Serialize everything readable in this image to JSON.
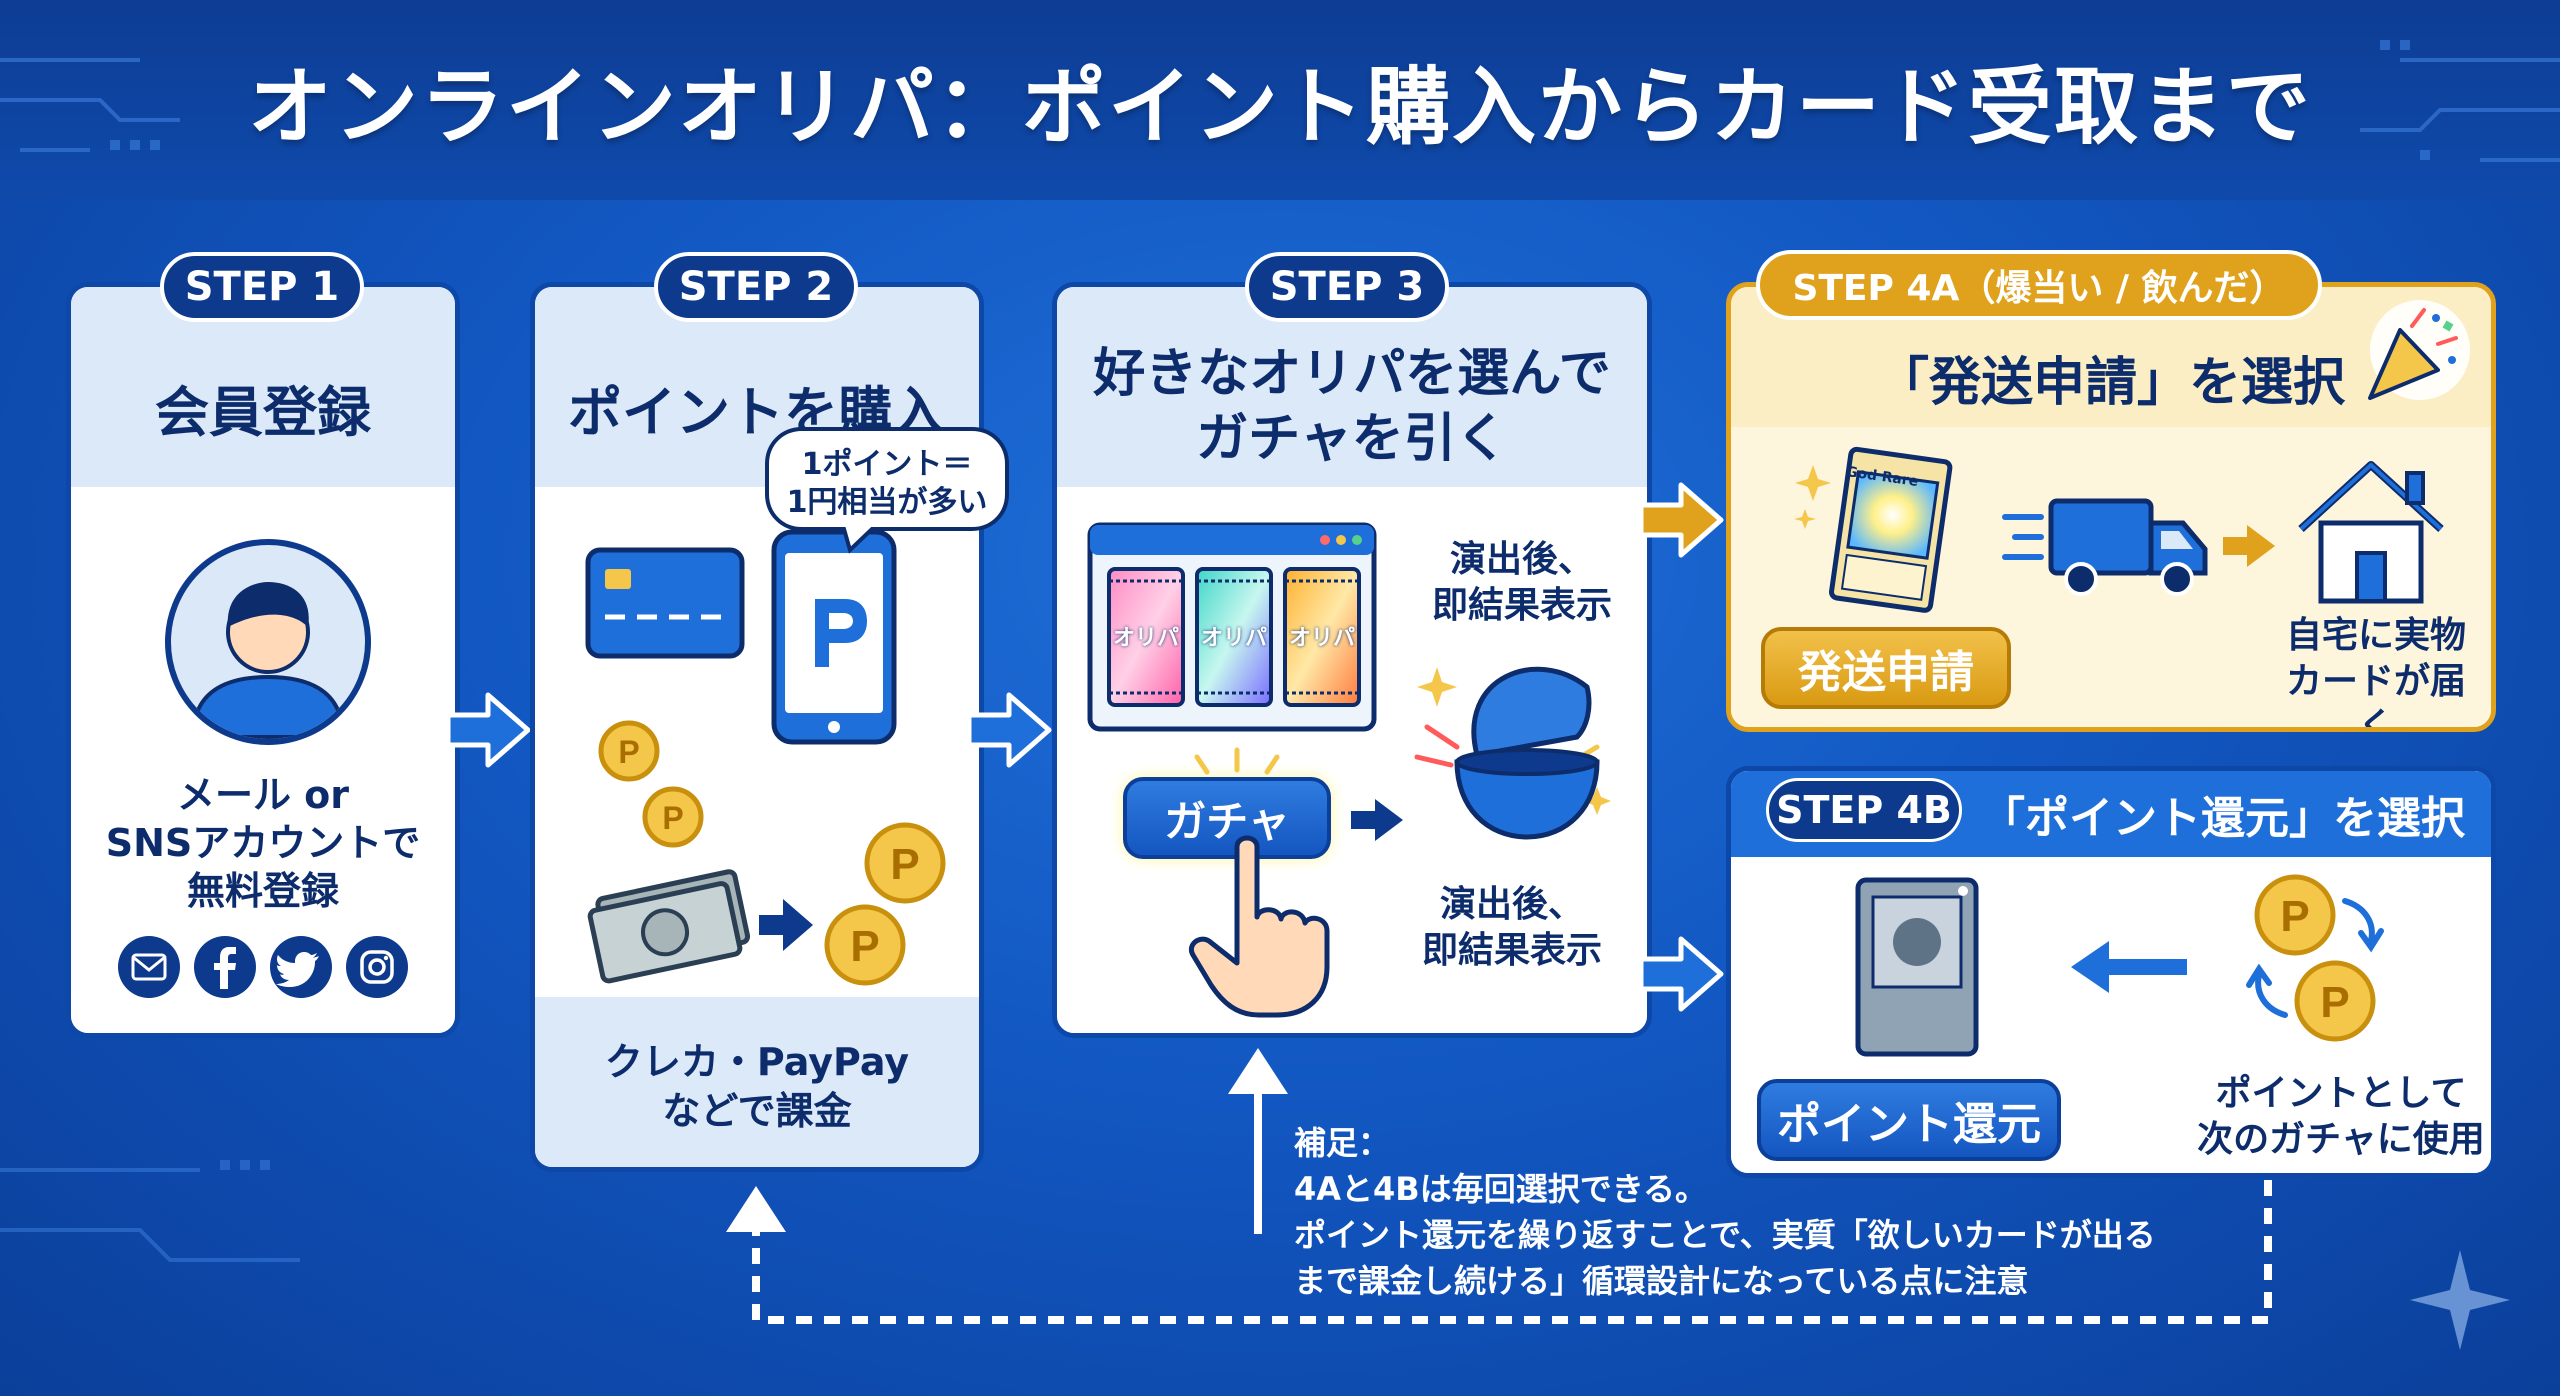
{
  "title": "オンラインオリパ：ポイント購入からカード受取まで",
  "step1": {
    "badge": "STEP 1",
    "heading": "会員登録",
    "text_line1": "メール or",
    "text_line2": "SNSアカウントで",
    "text_line3": "無料登録",
    "icons": [
      "mail-icon",
      "facebook-icon",
      "twitter-icon",
      "instagram-icon"
    ]
  },
  "step2": {
    "badge": "STEP 2",
    "heading": "ポイントを購入",
    "bubble_line1": "1ポイント＝",
    "bubble_line2": "1円相当が多い",
    "coin_label": "P",
    "footer_line1": "クレカ・PayPay",
    "footer_line2": "などで課金"
  },
  "step3": {
    "badge": "STEP 3",
    "heading_line1": "好きなオリパを選んで",
    "heading_line2": "ガチャを引く",
    "pack_label": "オリパ",
    "gacha_button": "ガチャ",
    "result_top_line1": "演出後、",
    "result_top_line2": "即結果表示",
    "result_bottom_line1": "演出後、",
    "result_bottom_line2": "即結果表示"
  },
  "step4a": {
    "badge": "STEP 4A（爆当い / 飲んだ）",
    "heading": "「発送申請」を選択",
    "card_label": "God Rare",
    "button": "発送申請",
    "result_line1": "自宅に実物",
    "result_line2": "カードが届く"
  },
  "step4b": {
    "badge": "STEP 4B",
    "heading": "「ポイント還元」を選択",
    "button": "ポイント還元",
    "coin_label": "P",
    "result_line1": "ポイントとして",
    "result_line2": "次のガチャに使用"
  },
  "note": {
    "line1": "補足：",
    "line2": "4Aと4Bは毎回選択できる。",
    "line3": "ポイント還元を繰り返すことで、実質「欲しいカードが出る",
    "line4": "まで課金し続ける」循環設計になっている点に注意"
  },
  "colors": {
    "navy": "#0d3a8c",
    "gold": "#e0a21c",
    "accent_blue": "#1e6fd9"
  }
}
